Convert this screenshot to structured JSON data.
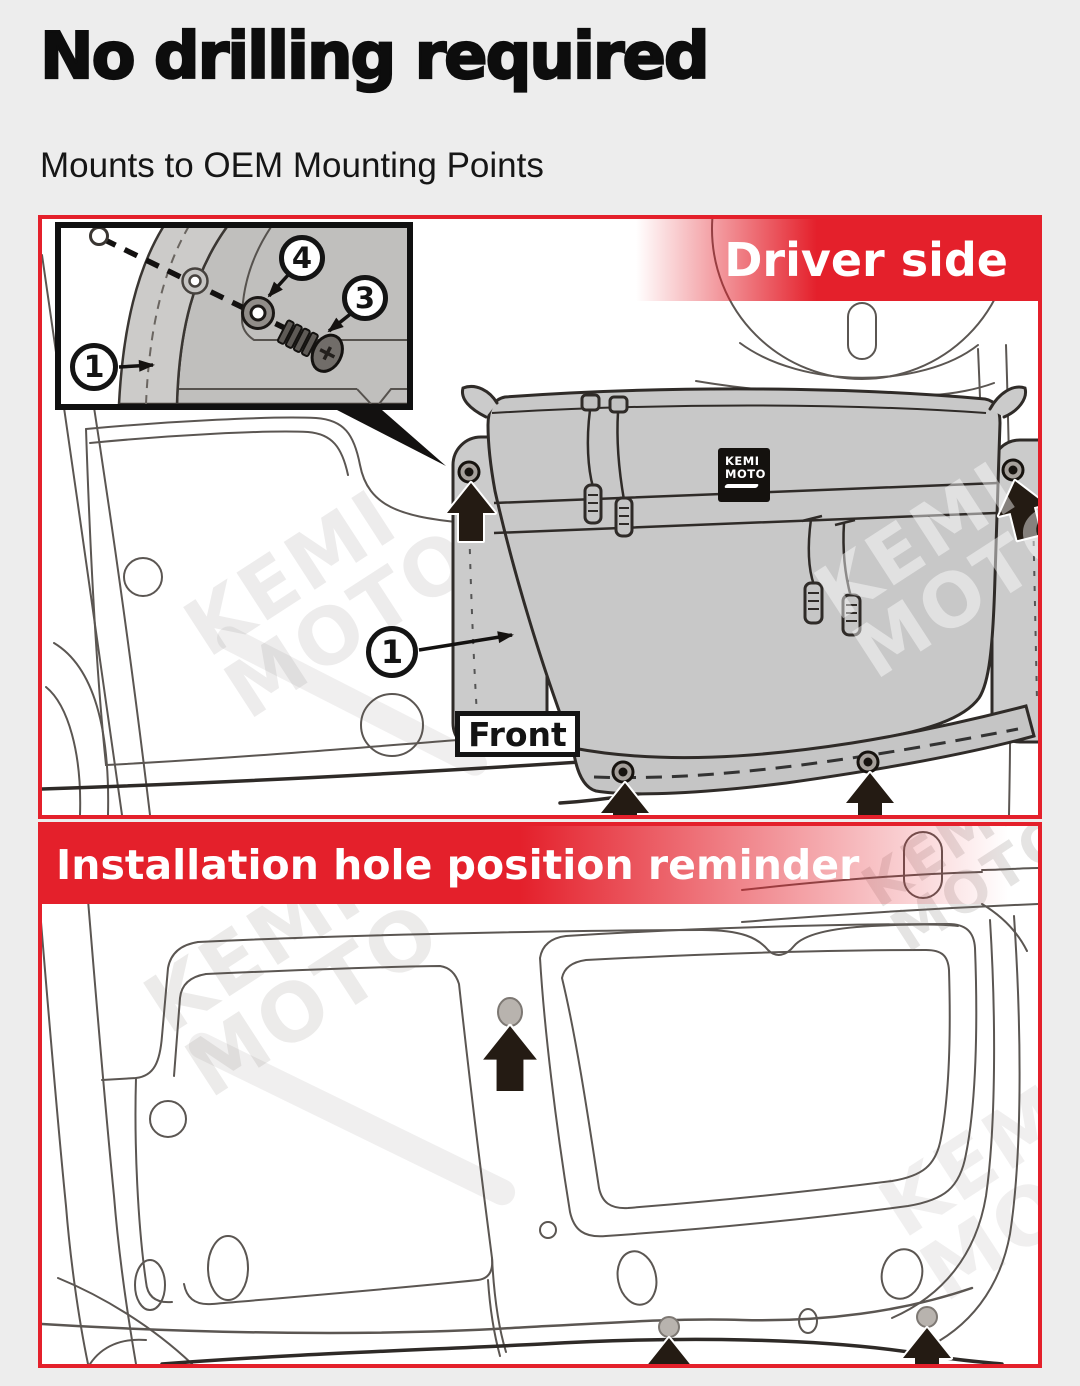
{
  "header": {
    "title": "No drilling required",
    "subtitle": "Mounts to OEM Mounting Points"
  },
  "brand": {
    "line1": "KEMI",
    "line2": "MOTO"
  },
  "driver_side": {
    "banner_label": "Driver side",
    "front_label": "Front",
    "bag_callout": "1",
    "inset": {
      "bag_callout": "1",
      "screw_callout": "3",
      "washer_callout": "4"
    }
  },
  "reminder": {
    "banner_label": "Installation hole position reminder"
  },
  "colors": {
    "background": "#ededed",
    "accent_red": "#e4202b",
    "banner_text": "#ffffff",
    "line_art": "#5b5652",
    "bag_gray": "#c8c8c8",
    "arrow_black": "#241b13"
  },
  "icons": {
    "mount_arrow": "up-arrow",
    "logo_swoosh": "underline-swoosh"
  }
}
